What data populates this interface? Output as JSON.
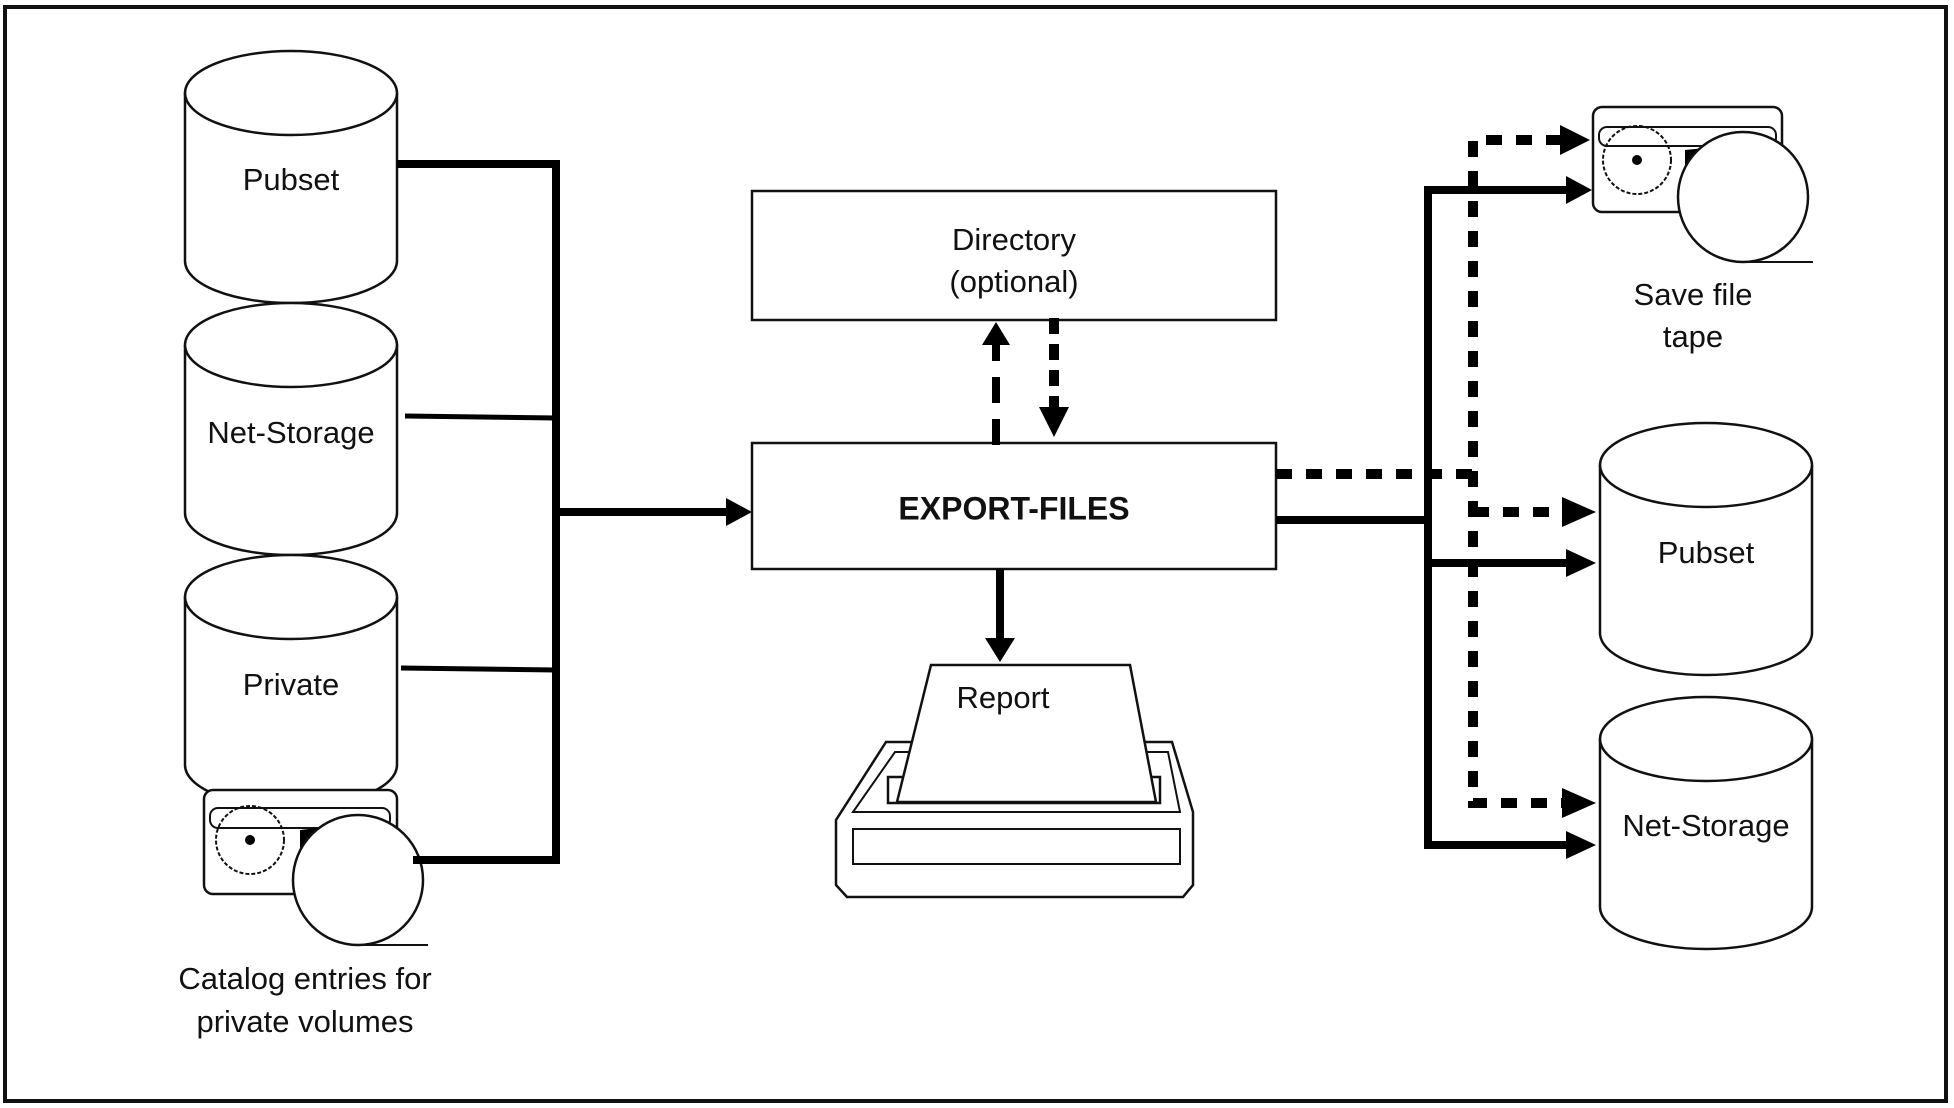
{
  "diagram": {
    "type": "data-flow",
    "central_process": {
      "label": "EXPORT-FILES"
    },
    "directory": {
      "line1": "Directory",
      "line2": "(optional)"
    },
    "report": {
      "label": "Report",
      "icon": "printer-icon"
    },
    "sources": [
      {
        "label": "Pubset",
        "icon": "disk-cylinder-icon"
      },
      {
        "label": "Net-Storage",
        "icon": "disk-cylinder-icon"
      },
      {
        "label": "Private",
        "icon": "disk-cylinder-icon"
      },
      {
        "label_line1": "Catalog entries for",
        "label_line2": "private volumes",
        "icon": "tape-cartridge-icon"
      }
    ],
    "targets": [
      {
        "label_line1": "Save file",
        "label_line2": "tape",
        "icon": "tape-cartridge-icon"
      },
      {
        "label": "Pubset",
        "icon": "disk-cylinder-icon"
      },
      {
        "label": "Net-Storage",
        "icon": "disk-cylinder-icon"
      }
    ],
    "flows": [
      {
        "from": "sources",
        "to": "EXPORT-FILES",
        "style": "solid"
      },
      {
        "from": "EXPORT-FILES",
        "to": "Directory (optional)",
        "style": "dashed"
      },
      {
        "from": "Directory (optional)",
        "to": "EXPORT-FILES",
        "style": "dotted"
      },
      {
        "from": "EXPORT-FILES",
        "to": "Report",
        "style": "solid"
      },
      {
        "from": "EXPORT-FILES",
        "to": "targets",
        "style": "solid"
      },
      {
        "from": "EXPORT-FILES",
        "to": "targets",
        "style": "dotted"
      }
    ]
  }
}
